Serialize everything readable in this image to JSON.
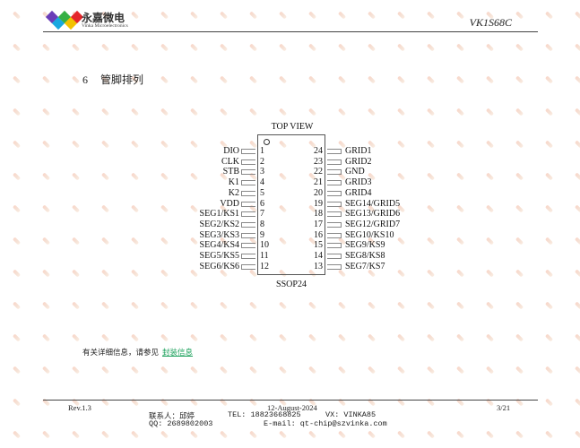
{
  "header": {
    "logo": {
      "name_cn": "永嘉微电",
      "name_en": "Vinka Microelectronics",
      "gem_colors": [
        "#6a3db8",
        "#19a8e0",
        "#35b044",
        "#f2c200",
        "#e4252a"
      ]
    },
    "doc_title": "VK1S68C"
  },
  "section": {
    "number": "6",
    "title": "管脚排列"
  },
  "pinout": {
    "view_label": "TOP VIEW",
    "package": "SSOP24",
    "left_pins": [
      {
        "num": "1",
        "name": "DIO"
      },
      {
        "num": "2",
        "name": "CLK"
      },
      {
        "num": "3",
        "name": "STB"
      },
      {
        "num": "4",
        "name": "K1"
      },
      {
        "num": "5",
        "name": "K2"
      },
      {
        "num": "6",
        "name": "VDD"
      },
      {
        "num": "7",
        "name": "SEG1/KS1"
      },
      {
        "num": "8",
        "name": "SEG2/KS2"
      },
      {
        "num": "9",
        "name": "SEG3/KS3"
      },
      {
        "num": "10",
        "name": "SEG4/KS4"
      },
      {
        "num": "11",
        "name": "SEG5/KS5"
      },
      {
        "num": "12",
        "name": "SEG6/KS6"
      }
    ],
    "right_pins": [
      {
        "num": "24",
        "name": "GRID1"
      },
      {
        "num": "23",
        "name": "GRID2"
      },
      {
        "num": "22",
        "name": "GND"
      },
      {
        "num": "21",
        "name": "GRID3"
      },
      {
        "num": "20",
        "name": "GRID4"
      },
      {
        "num": "19",
        "name": "SEG14/GRID5"
      },
      {
        "num": "18",
        "name": "SEG13/GRID6"
      },
      {
        "num": "17",
        "name": "SEG12/GRID7"
      },
      {
        "num": "16",
        "name": "SEG10/KS10"
      },
      {
        "num": "15",
        "name": "SEG9/KS9"
      },
      {
        "num": "14",
        "name": "SEG8/KS8"
      },
      {
        "num": "13",
        "name": "SEG7/KS7"
      }
    ]
  },
  "reference": {
    "text": "有关详细信息，请参见",
    "link_label": "封装信息",
    "link_color": "#1aa05a"
  },
  "footer": {
    "revision": "Rev.1.3",
    "date": "12-August-2024",
    "page": "3/21",
    "contact_label": "联系人：邱婷",
    "tel": "TEL: 18823668825",
    "wechat": "VX: VINKA85",
    "qq": "QQ: 2689802003",
    "email": "E-mail: qt-chip@szvinka.com"
  }
}
